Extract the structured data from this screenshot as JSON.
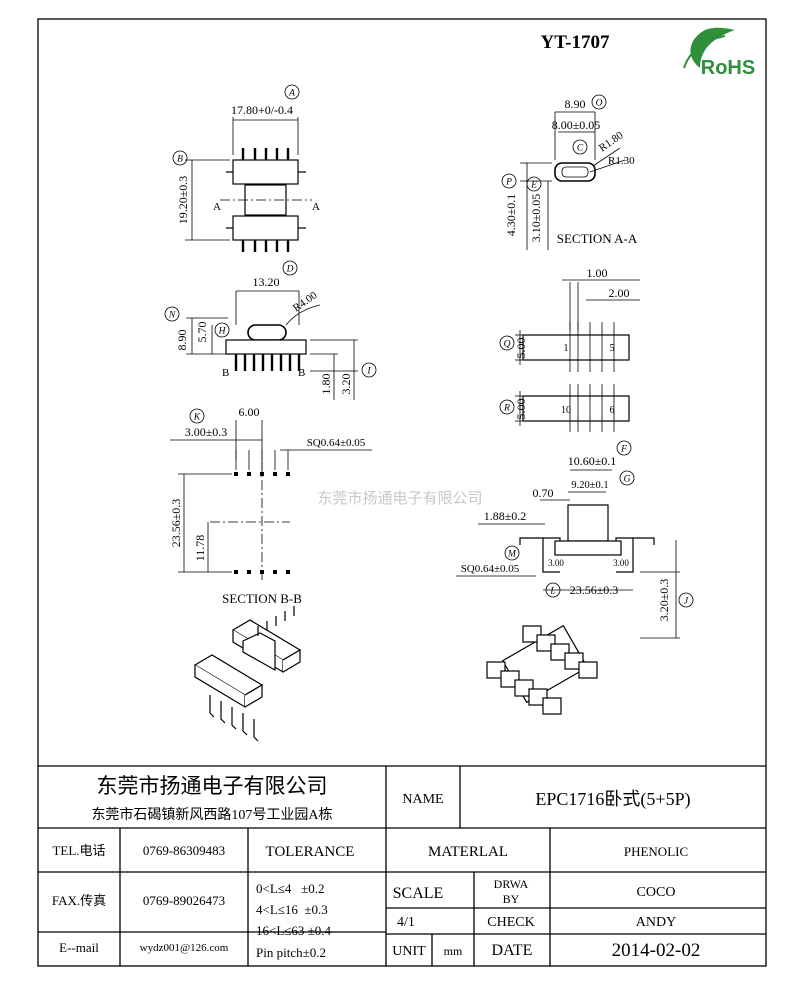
{
  "drawing": {
    "part_code": "YT-1707",
    "rohs_label": "RoHS",
    "watermark": "东莞市扬通电子有限公司",
    "dims": {
      "top_width": "17.80+0/-0.4",
      "top_height": "19.20±0.3",
      "section_mark": "A",
      "sec_width": "8.90",
      "sec_inner_width": "8.00±0.05",
      "sec_r1": "R1.80",
      "sec_r2": "R1.30",
      "sec_h1": "4.30±0.1",
      "sec_h2": "3.10±0.05",
      "section_aa": "SECTION A-A",
      "front_width": "13.20",
      "front_r": "R4.00",
      "front_h1": "8.90",
      "front_h2": "5.70",
      "front_pin_h": "1.80",
      "front_total_h": "3.20",
      "section_b_mark": "B",
      "side_pitch": "1.00",
      "side_pitch2": "2.00",
      "side_h": "5.00",
      "side_h2": "5.00",
      "pin_num_1": "1",
      "pin_num_5": "5",
      "pin_num_10": "10",
      "pin_num_6": "6",
      "fp_pitch": "6.00",
      "fp_offset": "3.00±0.3",
      "fp_pin": "SQ0.64±0.05",
      "fp_h": "23.56±0.3",
      "fp_h2": "11.78",
      "section_bb": "SECTION B-B",
      "end_width": "10.60±0.1",
      "end_inner": "9.20±0.1",
      "end_gap": "0.70",
      "end_left": "1.88±0.2",
      "end_pin": "SQ0.64±0.05",
      "end_span": "23.56±0.3",
      "end_h": "3.20±0.3",
      "end_small_l": "3.00",
      "end_small_r": "3.00"
    },
    "balloons": [
      "A",
      "B",
      "C",
      "D",
      "E",
      "F",
      "G",
      "H",
      "I",
      "J",
      "K",
      "L",
      "M",
      "N",
      "O",
      "P",
      "Q",
      "R"
    ]
  },
  "title_block": {
    "company": "东莞市扬通电子有限公司",
    "address": "东莞市石碣镇新风西路107号工业园A栋",
    "name_label": "NAME",
    "name_value": "EPC1716卧式(5+5P)",
    "tel_label": "TEL.电话",
    "tel_value": "0769-86309483",
    "fax_label": "FAX.传真",
    "fax_value": "0769-89026473",
    "email_label": "E--mail",
    "email_value": "wydz001@126.com",
    "tolerance_label": "TOLERANCE",
    "tol_1": "0<L≤4   ±0.2",
    "tol_2": "4<L≤16  ±0.3",
    "tol_3": "16<L≤63 ±0.4",
    "tol_4": "Pin pitch±0.2",
    "material_label": "MATERLAL",
    "material_value": "PHENOLIC",
    "scale_label": "SCALE",
    "scale_value": "4/1",
    "drawn_label_1": "DRWA",
    "drawn_label_2": "BY",
    "drawn_value": "COCO",
    "check_label": "CHECK",
    "check_value": "ANDY",
    "unit_label": "UNIT",
    "unit_value": "mm",
    "date_label": "DATE",
    "date_value": "2014-02-02"
  }
}
